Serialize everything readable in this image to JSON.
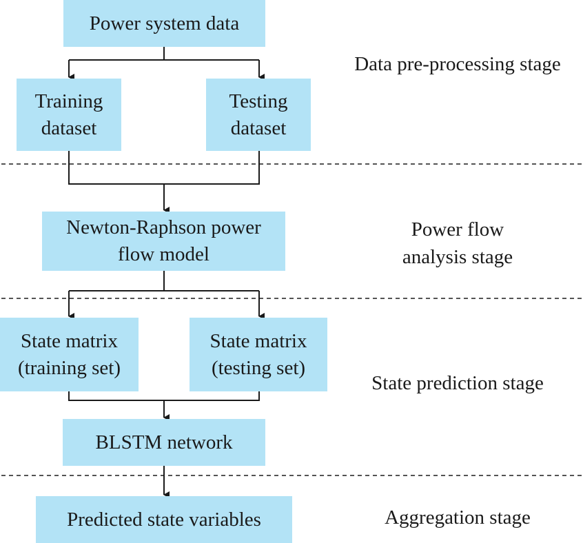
{
  "boxes": {
    "power_system_data": "Power system data",
    "training_dataset": [
      "Training",
      "dataset"
    ],
    "testing_dataset": [
      "Testing",
      "dataset"
    ],
    "newton_raphson": [
      "Newton-Raphson power",
      "flow model"
    ],
    "state_matrix_training": [
      "State matrix",
      "(training set)"
    ],
    "state_matrix_testing": [
      "State matrix",
      "(testing set)"
    ],
    "blstm": "BLSTM network",
    "predicted": "Predicted state variables"
  },
  "stages": {
    "data_preprocessing": "Data pre-processing stage",
    "power_flow": [
      "Power flow",
      "analysis stage"
    ],
    "state_prediction": "State prediction stage",
    "aggregation": "Aggregation stage"
  }
}
